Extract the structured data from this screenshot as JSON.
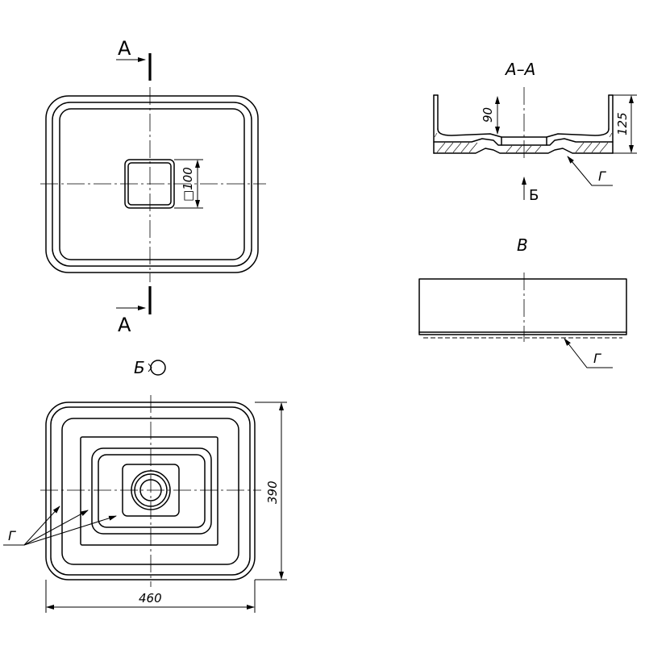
{
  "section_labels": {
    "cut_top": "A",
    "cut_bottom": "A",
    "section_title": "A–A",
    "view_b": "Б",
    "view_v": "В",
    "bottom_view": "Б"
  },
  "dimensions": {
    "drain_square": "□100",
    "depth_inner": "90",
    "height_total": "125",
    "width_total": "460",
    "depth_total": "390"
  },
  "callouts": {
    "g_section": "Г",
    "g_side": "Г",
    "g_bottom": "Г"
  }
}
